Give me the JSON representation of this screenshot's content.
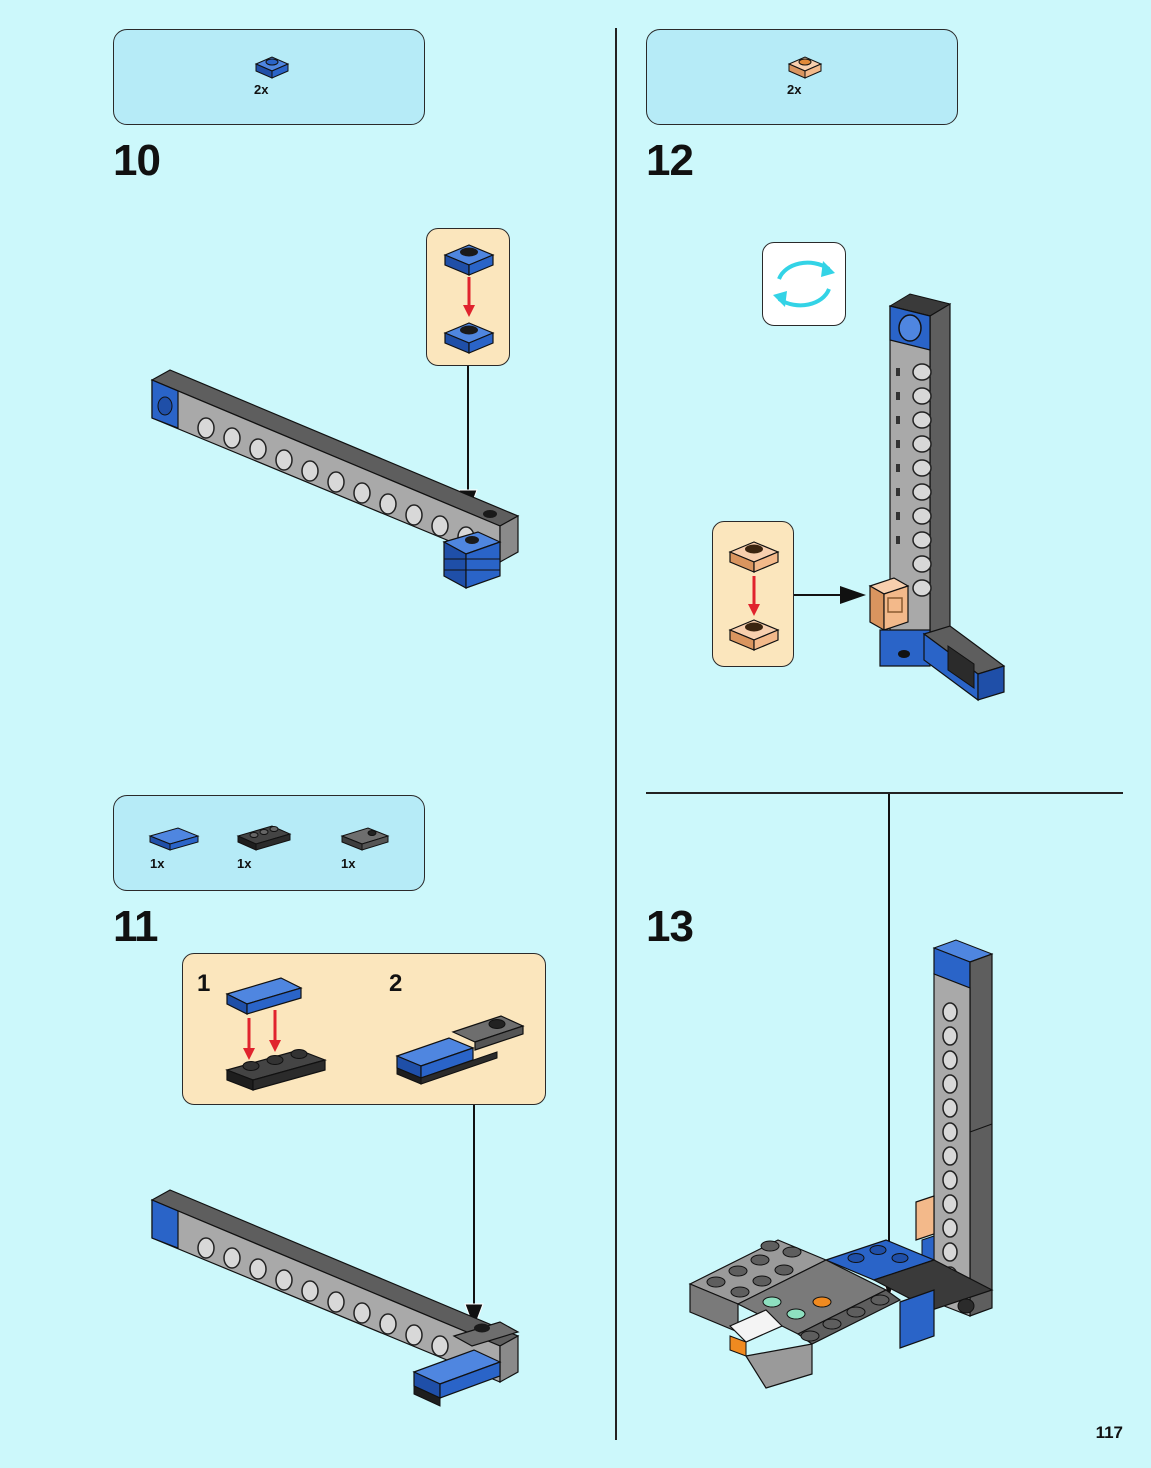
{
  "page": {
    "number": "117"
  },
  "colors": {
    "background": "#ccf8fb",
    "parts_box": "#b6ebf7",
    "callout": "#fbe6bd",
    "brick_blue": "#2a64c8",
    "brick_gray": "#9a9a9a",
    "brick_dark_gray": "#5e5e5e",
    "brick_black": "#2b2b2b",
    "brick_tan": "#f3b98a",
    "arrow_red": "#e0232d",
    "rotate_cyan": "#33d3e6"
  },
  "steps": [
    {
      "number": "10",
      "parts": [
        {
          "qty": "2x",
          "icon": "blue-plate-1x1-icon"
        }
      ]
    },
    {
      "number": "11",
      "parts": [
        {
          "qty": "1x",
          "icon": "blue-tile-1x2-icon"
        },
        {
          "qty": "1x",
          "icon": "black-plate-1x3-icon"
        },
        {
          "qty": "1x",
          "icon": "dark-gray-plate-1x2-icon"
        }
      ],
      "substeps": [
        "1",
        "2"
      ]
    },
    {
      "number": "12",
      "parts": [
        {
          "qty": "2x",
          "icon": "tan-plate-1x1-icon"
        }
      ],
      "rotate_icon": "rotate-model-icon"
    },
    {
      "number": "13",
      "parts": []
    }
  ]
}
